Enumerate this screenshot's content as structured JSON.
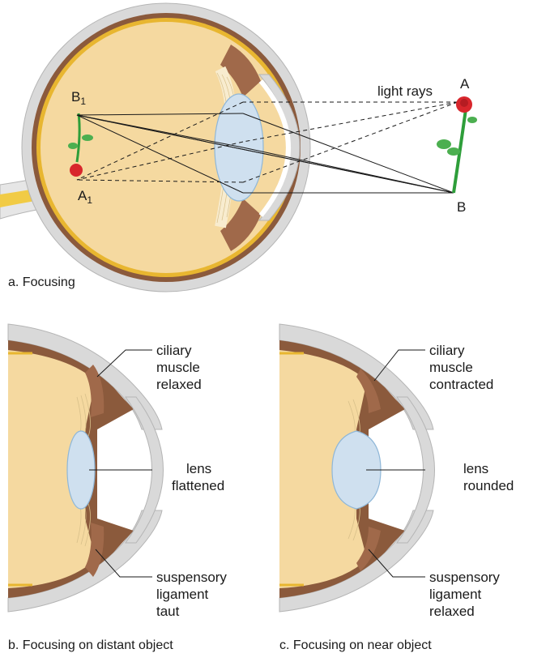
{
  "panel_a": {
    "caption": "a. Focusing",
    "light_rays_label": "light rays",
    "points": {
      "a": "A",
      "b": "B",
      "a1_base": "A",
      "a1_sub": "1",
      "b1_base": "B",
      "b1_sub": "1"
    }
  },
  "panel_b": {
    "caption": "b. Focusing on distant object",
    "ciliary": [
      "ciliary",
      "muscle",
      "relaxed"
    ],
    "lens": [
      "lens",
      "flattened"
    ],
    "ligament": [
      "suspensory",
      "ligament",
      "taut"
    ]
  },
  "panel_c": {
    "caption": "c. Focusing on near object",
    "ciliary": [
      "ciliary",
      "muscle",
      "contracted"
    ],
    "lens": [
      "lens",
      "rounded"
    ],
    "ligament": [
      "suspensory",
      "ligament",
      "relaxed"
    ]
  },
  "colors": {
    "sclera": "#d9d9d9",
    "choroid": "#8b5a3c",
    "vitreous": "#f5d9a0",
    "retina_line": "#e8b630",
    "lens": "#cfe0ef",
    "lens_edge": "#8fb7d8",
    "ciliary": "#a0694a",
    "stem": "#2e9e3a",
    "rose": "#d8262c"
  }
}
